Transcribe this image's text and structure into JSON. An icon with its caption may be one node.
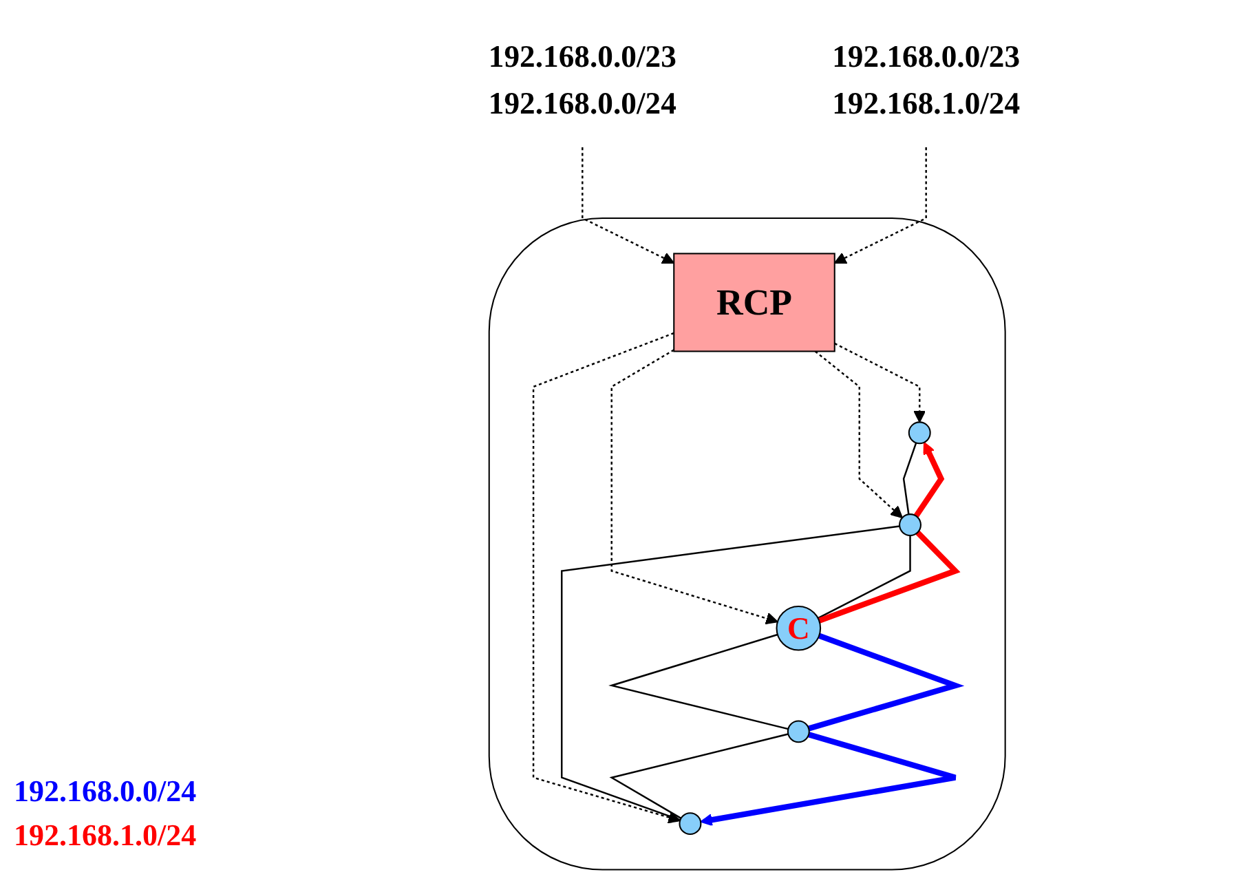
{
  "diagram": {
    "nodes": [
      {
        "text": [],
        "shape": "cloud"
      },
      {
        "text": [
          "192.168.0.0/23",
          "192.168.0.0/24"
        ]
      },
      {
        "text": [
          "192.168.0.0/23",
          "192.168.1.0/24"
        ]
      },
      {
        "text": [],
        "shape": "circle",
        "in": 0
      },
      {
        "text": [],
        "shape": "circle",
        "in": 0
      },
      {
        "text": [
          "RCP"
        ],
        "in": 0
      },
      {
        "text": [],
        "shape": "circle",
        "in": 0
      },
      {
        "text": [],
        "shape": "circle",
        "in": 0
      },
      {
        "text": [
          "C"
        ],
        "in": 0
      }
    ],
    "edges": [
      {
        "from": 1,
        "to": 5,
        "arrow": "to",
        "style": "dashed"
      },
      {
        "from": 2,
        "to": 5,
        "arrow": "to",
        "style": "dashed"
      },
      {
        "from": 5,
        "to": 3,
        "arrow": "to",
        "style": "dashed"
      },
      {
        "from": 5,
        "to": 4,
        "arrow": "to",
        "style": "dashed"
      },
      {
        "from": 5,
        "to": 6,
        "arrow": "to",
        "style": "dashed"
      },
      {
        "from": 5,
        "to": 8,
        "arrow": "to",
        "style": "dashed"
      },
      {
        "from": 3,
        "to": 6,
        "arrow": "none"
      },
      {
        "from": 6,
        "to": 4,
        "arrow": "none"
      },
      {
        "from": 6,
        "to": 8,
        "arrow": "none"
      },
      {
        "from": 8,
        "to": 7,
        "arrow": "none"
      },
      {
        "from": 7,
        "to": 4,
        "arrow": "none"
      },
      {
        "from": 8,
        "to": 6,
        "arrow": "none",
        "style": "thick",
        "color": "#ff0000"
      },
      {
        "from": 6,
        "to": 3,
        "arrow": "to",
        "style": "thick",
        "color": "#ff0000"
      },
      {
        "from": 8,
        "to": 7,
        "arrow": "none",
        "style": "thick",
        "color": "#0000ff"
      },
      {
        "from": 7,
        "to": 4,
        "arrow": "to",
        "style": "thick",
        "color": "#0000ff"
      }
    ],
    "labels": [
      "192.168.0.0/24",
      "192.168.1.0/24"
    ]
  }
}
